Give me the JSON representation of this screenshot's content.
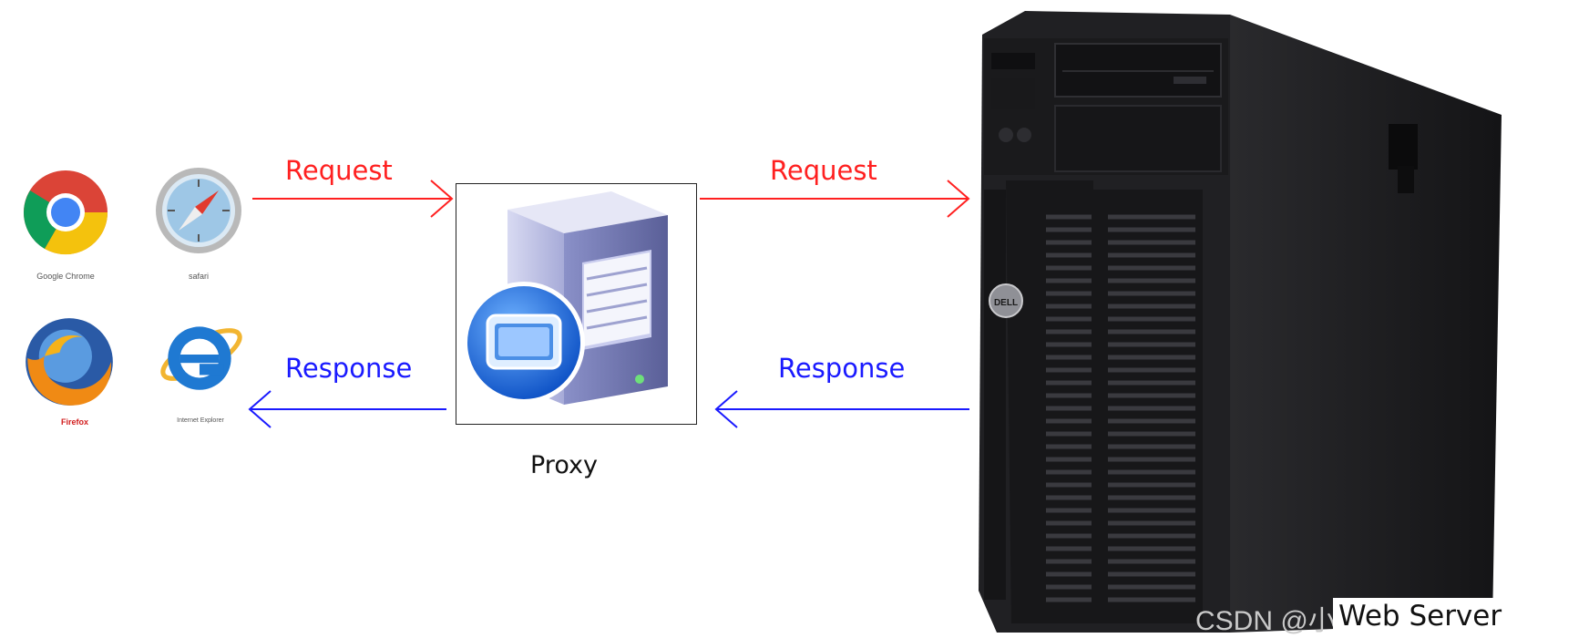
{
  "browsers": [
    {
      "name": "chrome",
      "caption": "Google Chrome"
    },
    {
      "name": "safari",
      "caption": "safari"
    },
    {
      "name": "firefox",
      "caption": "Firefox"
    },
    {
      "name": "ie",
      "caption": "Internet Explorer"
    }
  ],
  "arrows": {
    "request_left": "Request",
    "request_right": "Request",
    "response_left": "Response",
    "response_right": "Response"
  },
  "nodes": {
    "proxy_label": "Proxy",
    "server_label": "Web Server",
    "server_brand": "DELL"
  },
  "watermark": "CSDN @小王同学",
  "colors": {
    "request": "#ff2020",
    "response": "#1a1aff",
    "server_body": "#1c1c1e"
  }
}
